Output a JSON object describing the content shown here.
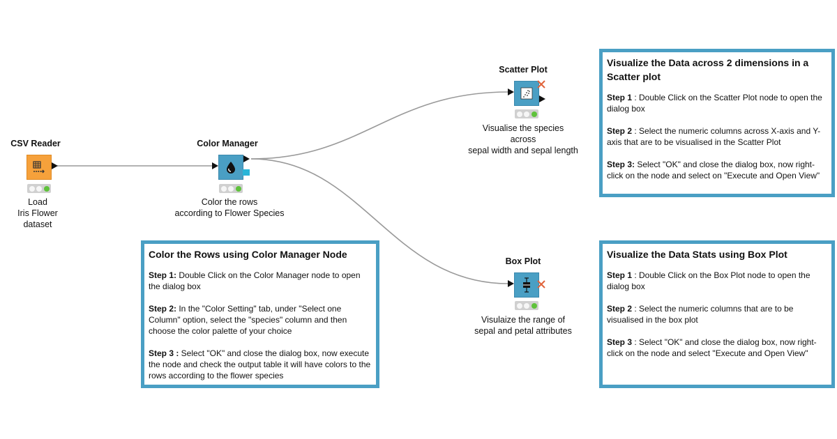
{
  "colors": {
    "accent": "#4a9fc4",
    "reader_orange": "#f6a13b",
    "status_green": "#5fc23b",
    "edge": "#999999",
    "warning_red": "#e0643c"
  },
  "nodes": {
    "csv_reader": {
      "title": "CSV Reader",
      "icon": "table-read-icon",
      "label": [
        "Load",
        "Iris Flower",
        "dataset"
      ]
    },
    "color_manager": {
      "title": "Color Manager",
      "icon": "ink-drop-icon",
      "label": [
        "Color the rows",
        "according to Flower Species"
      ]
    },
    "scatter_plot": {
      "title": "Scatter Plot",
      "icon": "scatter-chart-icon",
      "label": [
        "Visualise the species",
        "across",
        "sepal width and sepal length"
      ]
    },
    "box_plot": {
      "title": "Box Plot",
      "icon": "box-plot-icon",
      "label": [
        "Visulaize the range of",
        "sepal and petal attributes"
      ]
    }
  },
  "annotations": {
    "color_rows": {
      "title": "Color the Rows using Color Manager Node",
      "steps": [
        {
          "label": "Step 1:",
          "text": " Double Click on the Color Manager node to open the dialog box"
        },
        {
          "label": "Step 2:",
          "text": " In the \"Color Setting\" tab, under \"Select one Column\" option, select the \"species\" column and then choose the color palette of your choice"
        },
        {
          "label": "Step 3 :",
          "text": " Select \"OK\" and close the dialog box, now execute the node and check the output table it will have colors to the rows according to the flower species"
        }
      ]
    },
    "scatter": {
      "title": "Visualize the Data across 2 dimensions in a Scatter plot",
      "steps": [
        {
          "label": "Step 1",
          "text": " : Double Click on the Scatter Plot node to open the dialog box"
        },
        {
          "label": "Step 2",
          "text": " : Select the numeric columns across X-axis and Y-axis that are to be visualised in the Scatter Plot"
        },
        {
          "label": "Step 3:",
          "text": " Select \"OK\" and close the dialog box, now right-click on the node and select on \"Execute and Open View\""
        }
      ]
    },
    "box": {
      "title": "Visualize the Data Stats using Box Plot",
      "steps": [
        {
          "label": "Step 1",
          "text": " : Double Click on the Box Plot node to open the dialog box"
        },
        {
          "label": "Step 2",
          "text": " : Select the numeric columns that are to be visualised in the box plot"
        },
        {
          "label": "Step 3",
          "text": " : Select \"OK\" and close the dialog box, now right-click on the node and select  \"Execute and Open View\""
        }
      ]
    }
  }
}
